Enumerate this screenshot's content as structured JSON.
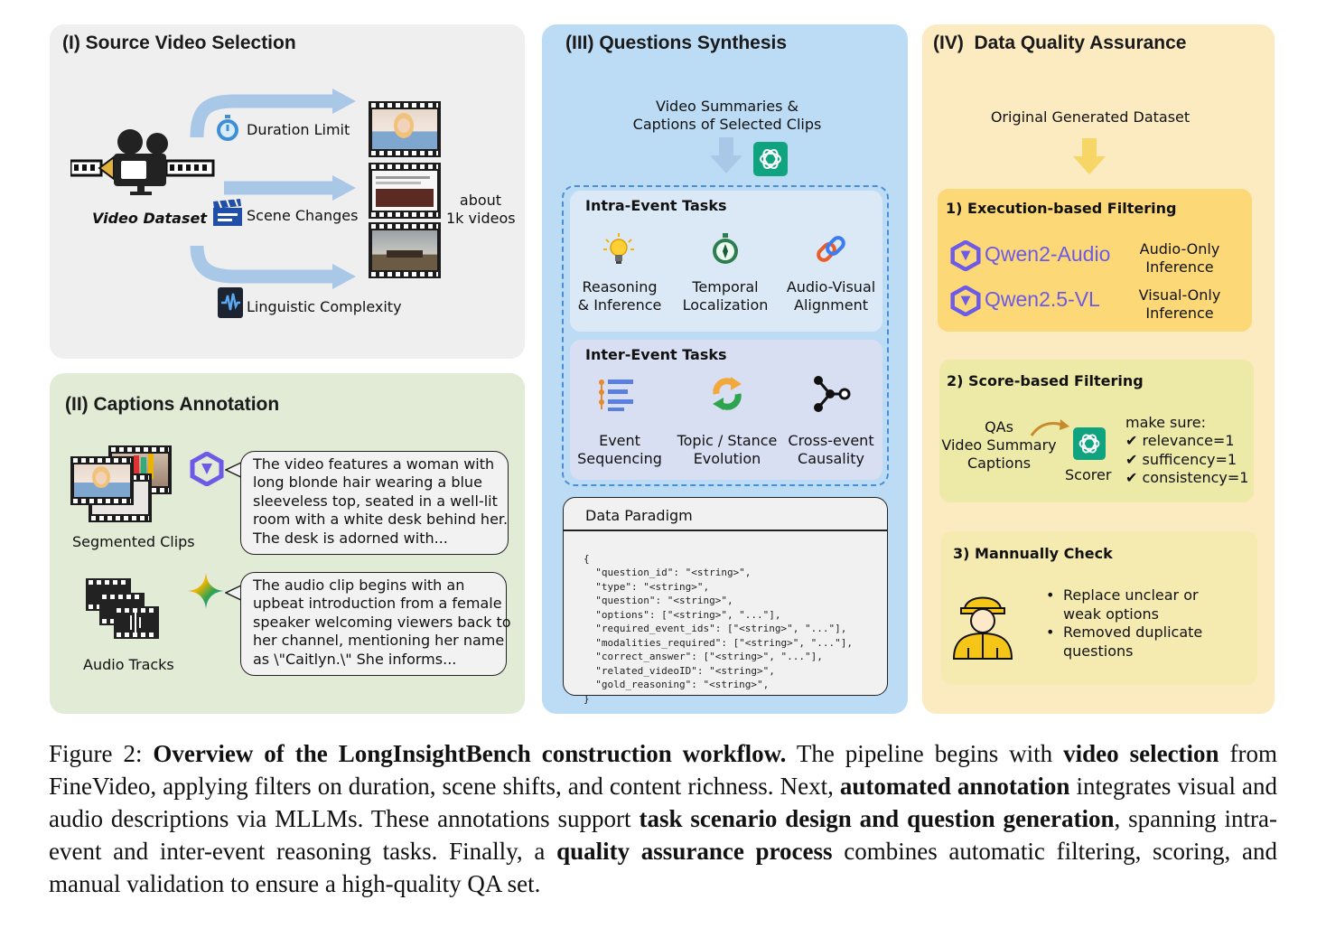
{
  "panel1": {
    "title": "(I) Source Video Selection",
    "dataset_label": "Video Dataset",
    "filters": [
      "Duration Limit",
      "Scene Changes",
      "Linguistic Complexity"
    ],
    "count_line1": "about",
    "count_line2": "1k videos"
  },
  "panel2": {
    "title": "(II) Captions Annotation",
    "clips_label": "Segmented Clips",
    "audio_label": "Audio Tracks",
    "video_caption_lines": [
      "The video features a woman with",
      "long blonde hair wearing a blue",
      "sleeveless top, seated in a well-lit",
      "room with a white desk behind her.",
      "The desk is adorned with..."
    ],
    "audio_caption_lines": [
      "The audio clip begins with an",
      "upbeat introduction from a female",
      "speaker welcoming viewers back to",
      "her channel, mentioning her name",
      "as \\\"Caitlyn.\\\" She informs..."
    ]
  },
  "panel3": {
    "title": "(III) Questions Synthesis",
    "input_line1": "Video Summaries &",
    "input_line2": "Captions of Selected Clips",
    "intra_title": "Intra-Event Tasks",
    "intra_tasks": [
      {
        "line1": "Reasoning",
        "line2": "& Inference"
      },
      {
        "line1": "Temporal",
        "line2": "Localization"
      },
      {
        "line1": "Audio-Visual",
        "line2": "Alignment"
      }
    ],
    "inter_title": "Inter-Event Tasks",
    "inter_tasks": [
      {
        "line1": "Event",
        "line2": "Sequencing"
      },
      {
        "line1": "Topic / Stance",
        "line2": "Evolution"
      },
      {
        "line1": "Cross-event",
        "line2": "Causality"
      }
    ],
    "paradigm_title": "Data Paradigm",
    "paradigm_lines": [
      "{",
      "  \"question_id\": \"<string>\",",
      "  \"type\": \"<string>\",",
      "  \"question\": \"<string>\",",
      "  \"options\": [\"<string>\", \"...\"],",
      "  \"required_event_ids\": [\"<string>\", \"...\"],",
      "  \"modalities_required\": [\"<string>\", \"...\"],",
      "  \"correct_answer\": [\"<string>\", \"...\"],",
      "  \"related_videoID\": \"<string>\",",
      "  \"gold_reasoning\": \"<string>\",",
      "}"
    ]
  },
  "panel4": {
    "title": "(IV)  Data Quality Assurance",
    "input_label": "Original Generated Dataset",
    "exec_title": "1) Execution-based Filtering",
    "models": [
      {
        "name": "Qwen2-Audio",
        "line1": "Audio-Only",
        "line2": "Inference"
      },
      {
        "name": "Qwen2.5-VL",
        "line1": "Visual-Only",
        "line2": "Inference"
      }
    ],
    "score_title": "2) Score-based Filtering",
    "score_inputs": [
      "QAs",
      "Video Summary",
      "Captions"
    ],
    "scorer_label": "Scorer",
    "make_sure": "make sure:",
    "checks": [
      "relevance=1",
      "sufficency=1",
      "consistency=1"
    ],
    "manual_title": "3) Mannually Check",
    "manual_items": [
      {
        "line1": "Replace unclear or",
        "line2": "weak options"
      },
      {
        "line1": "Removed duplicate",
        "line2": "questions"
      }
    ]
  },
  "caption": {
    "p1": "Figure 2: ",
    "b1": "Overview of the LongInsightBench construction workflow.",
    "p2": " The pipeline begins with ",
    "b2": "video selection",
    "p3": " from FineVideo, applying filters on duration, scene shifts, and content richness. Next, ",
    "b3": "automated annotation",
    "p4": " integrates visual and audio descriptions via MLLMs. These annotations support ",
    "b4": "task scenario design and question generation",
    "p5": ", spanning intra-event and inter-event reasoning tasks. Finally, a ",
    "b5": "quality assurance process",
    "p6": " combines automatic filtering, scoring, and manual validation to ensure a high-quality QA set."
  },
  "colors": {
    "panel1_bg": "#efefef",
    "panel2_bg": "#e1ebd6",
    "panel3_bg": "#bcdcf5",
    "panel4_bg": "#fcebc1",
    "arrow_blue": "#a9c8e8",
    "arrow_yellow": "#f7d566",
    "qwen_purple": "#6d5ae6",
    "gpt_green": "#0fa37f"
  }
}
